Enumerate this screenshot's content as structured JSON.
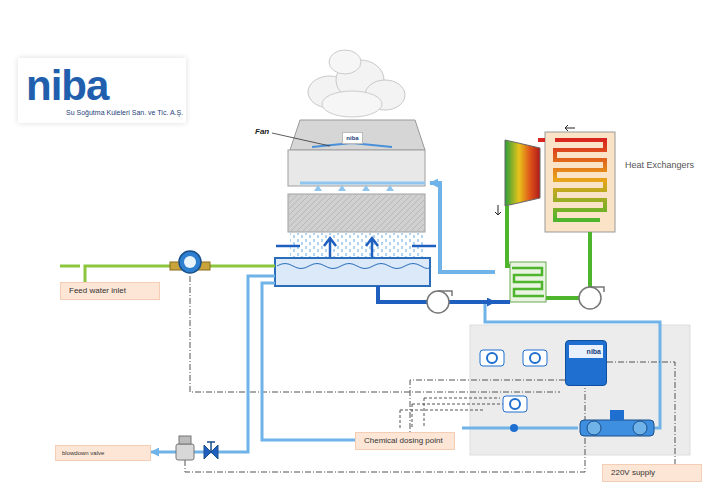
{
  "diagram": {
    "nodes": [
      {
        "text": [
          "niba",
          "Su Soğutma Kuleleri San. ve Tic. A.Ş."
        ]
      },
      {
        "text": [
          "niba"
        ]
      },
      {
        "text": [
          "Heat Exchangers"
        ]
      },
      {
        "text": [
          "Feed water inlet"
        ]
      },
      {
        "text": [
          "niba"
        ]
      },
      {
        "text": [
          "Chemical dosing point"
        ]
      },
      {
        "text": [
          "blowdown valve"
        ]
      },
      {
        "text": [
          "220V supply"
        ]
      }
    ],
    "edges": [
      {
        "from": 3,
        "to": 1,
        "arrow": "none"
      },
      {
        "from": 1,
        "to": 2,
        "arrow": "to"
      },
      {
        "from": 2,
        "to": 1,
        "arrow": "to"
      },
      {
        "from": 1,
        "to": 6,
        "arrow": "to"
      },
      {
        "from": 5,
        "to": 1,
        "arrow": "none"
      },
      {
        "from": 4,
        "to": 5,
        "arrow": "none"
      },
      {
        "from": 4,
        "to": 7,
        "arrow": "none"
      }
    ],
    "labels": [
      "Fan"
    ]
  }
}
